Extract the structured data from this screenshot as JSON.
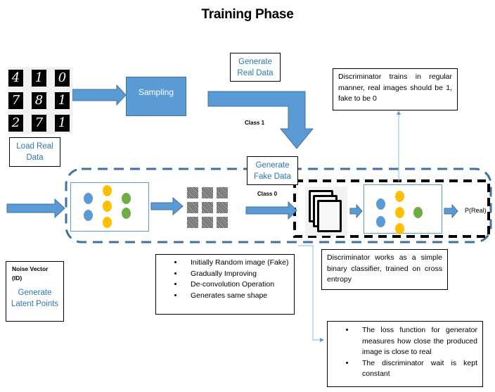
{
  "title": "Training Phase",
  "real_data": {
    "digits": [
      "4",
      "1",
      "0",
      "7",
      "8",
      "1",
      "2",
      "7",
      "1"
    ],
    "label": [
      "Load Real",
      "Data"
    ]
  },
  "sampling": {
    "label": "Sampling"
  },
  "generate_real": {
    "label": [
      "Generate",
      "Real Data"
    ]
  },
  "class1": {
    "label": "Class 1"
  },
  "class0": {
    "label": "Class 0"
  },
  "generate_fake": {
    "label": [
      "Generate",
      "Fake Data"
    ]
  },
  "output": {
    "label": "P(Real)"
  },
  "noise_vector": {
    "heading": [
      "Noise Vector",
      "(ID)"
    ],
    "label": [
      "Generate",
      "Latent Points"
    ]
  },
  "notes": {
    "discriminator_trains": "Discriminator trains in regular manner, real images should be 1, fake to be 0",
    "discriminator_works": "Discriminator works as a simple binary classifier, trained on cross entropy",
    "generator_points": [
      "Initially Random image (Fake)",
      "Gradually Improving",
      "De-convolution Operation",
      "Generates same shape"
    ],
    "loss_points": [
      "The loss function for generator measures how close the produced image is close to real",
      "The discriminator wait is kept constant"
    ]
  },
  "colors": {
    "arrow_fill": "#5b9bd5",
    "arrow_stroke": "#41719c",
    "link_text": "#2e75b6",
    "generator_border": "#41719c",
    "node_blue": "#5b9bd5",
    "node_yellow": "#ffc000",
    "node_green": "#70ad47",
    "connector": "#9dc3e6"
  }
}
